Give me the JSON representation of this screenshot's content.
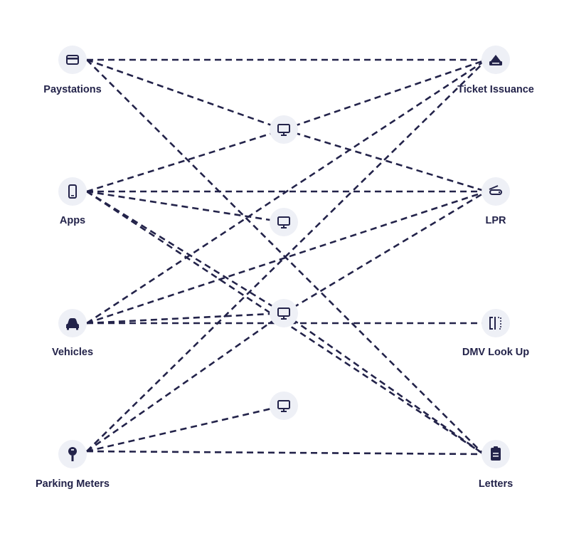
{
  "nodes": {
    "paystations": {
      "label": "Paystations",
      "icon": "credit-card-icon"
    },
    "apps": {
      "label": "Apps",
      "icon": "smartphone-icon"
    },
    "vehicles": {
      "label": "Vehicles",
      "icon": "car-icon"
    },
    "parking_meters": {
      "label": "Parking Meters",
      "icon": "parking-meter-icon"
    },
    "hub_1": {
      "label": "",
      "icon": "monitor-icon"
    },
    "hub_2": {
      "label": "",
      "icon": "monitor-icon"
    },
    "hub_3": {
      "label": "",
      "icon": "monitor-icon"
    },
    "hub_4": {
      "label": "",
      "icon": "monitor-icon"
    },
    "ticket_issuance": {
      "label": "Ticket Issuance",
      "icon": "ticket-printer-icon"
    },
    "lpr": {
      "label": "LPR",
      "icon": "lpr-camera-icon"
    },
    "dmv_look_up": {
      "label": "DMV Look Up",
      "icon": "license-lookup-icon"
    },
    "letters": {
      "label": "Letters",
      "icon": "clipboard-icon"
    }
  },
  "edges": [
    [
      "paystations",
      "ticket_issuance"
    ],
    [
      "paystations",
      "hub_1"
    ],
    [
      "paystations",
      "letters"
    ],
    [
      "hub_1",
      "lpr"
    ],
    [
      "apps",
      "hub_1"
    ],
    [
      "apps",
      "lpr"
    ],
    [
      "apps",
      "hub_2"
    ],
    [
      "apps",
      "hub_3"
    ],
    [
      "apps",
      "letters"
    ],
    [
      "hub_1",
      "ticket_issuance"
    ],
    [
      "vehicles",
      "ticket_issuance"
    ],
    [
      "vehicles",
      "lpr"
    ],
    [
      "vehicles",
      "hub_3"
    ],
    [
      "vehicles",
      "dmv_look_up"
    ],
    [
      "hub_3",
      "letters"
    ],
    [
      "hub_3",
      "lpr"
    ],
    [
      "parking_meters",
      "ticket_issuance"
    ],
    [
      "parking_meters",
      "hub_3"
    ],
    [
      "parking_meters",
      "hub_4"
    ],
    [
      "parking_meters",
      "letters"
    ]
  ],
  "colors": {
    "line": "#23234a",
    "node_background": "#eef0f6",
    "text": "#23234a"
  }
}
